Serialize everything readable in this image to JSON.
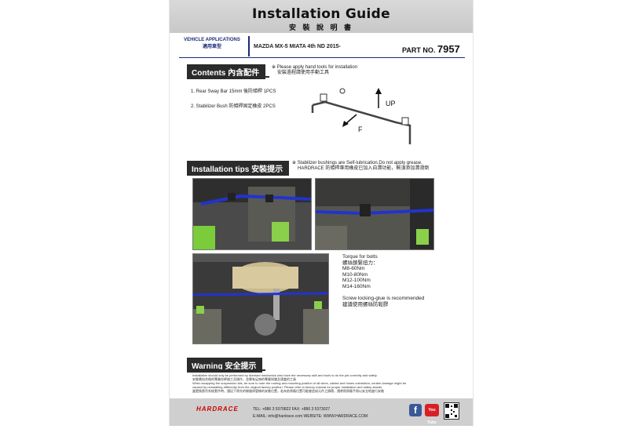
{
  "header": {
    "title": "Installation Guide",
    "title_cn": "安 裝 說 明 書"
  },
  "vehicle": {
    "label": "VEHICLE APPLICATIONS",
    "label_cn": "適用車型",
    "name": "MAZDA MX-5 MIATA 4th ND 2015-"
  },
  "part": {
    "label": "PART NO.",
    "number": "7957"
  },
  "contents": {
    "heading": "Contents 內含配件",
    "note_1": "※ Please apply hand tools for installation",
    "note_2": "安裝過程請使用手動工具",
    "items": [
      "1. Rear Sway Bar 15mm 後防傾桿 1PCS",
      "2. Stabilizer Bush 防傾桿固定橡皮 2PCS"
    ],
    "diagram_up": "UP",
    "diagram_f": "F"
  },
  "tips": {
    "heading": "Installation tips 安裝提示",
    "note_1": "※ Stabilizer bushings are Self-lubrication.Do not apply grease.",
    "note_2": "HARDRACE 防傾桿專用橡皮已加入自潤功能，無須添加潤滑劑"
  },
  "torque": {
    "heading": "Torque for  bolts",
    "heading_cn": "螺絲鎖緊扭力：",
    "values": [
      "M8-60Nm",
      "M10-80Nm",
      "M12-100Nm",
      "M14-160Nm"
    ],
    "glue": "Screw locking-glue is recommended",
    "glue_cn": "建議使用螺絲防鬆膠"
  },
  "warning": {
    "heading": "Warning 安全提示",
    "line_1": "Installation should only be performed by licensed mechanics who have the necessary skill and tools to do the job correctly and safely.",
    "line_2": "安裝需由合格的專業技師施工及操作，並需有足夠的專業知識及適當的工具",
    "line_3": "When swapping the suspension kits, be sure to note the routing and mounting position of all wires, cables and hoses orientation, certain damage might be",
    "line_4": "caused by reinstalling differently from the original factory position. Please refer to factory manual for proper installation and safety stands.",
    "line_5": "當更換懸吊系統套件時，請記下原先的線路與管線的安裝位置，若未依原廠位置可能會造成元件之損壞，請參照原廠手冊以安全地進行安裝"
  },
  "footer": {
    "brand": "HARDRACE",
    "tel": "TEL: +886 3 5370822   FAX: +886 3 5373027",
    "email": "E-MAIL: info@hardrace.com   WEBSITE: WWW.HARDRACE.COM",
    "facebook_icon": "f",
    "youtube_label": "You Tube"
  },
  "colors": {
    "accent_navy": "#1a2a7a",
    "section_dark": "#2b2b2b",
    "brand_red": "#cc0000"
  }
}
